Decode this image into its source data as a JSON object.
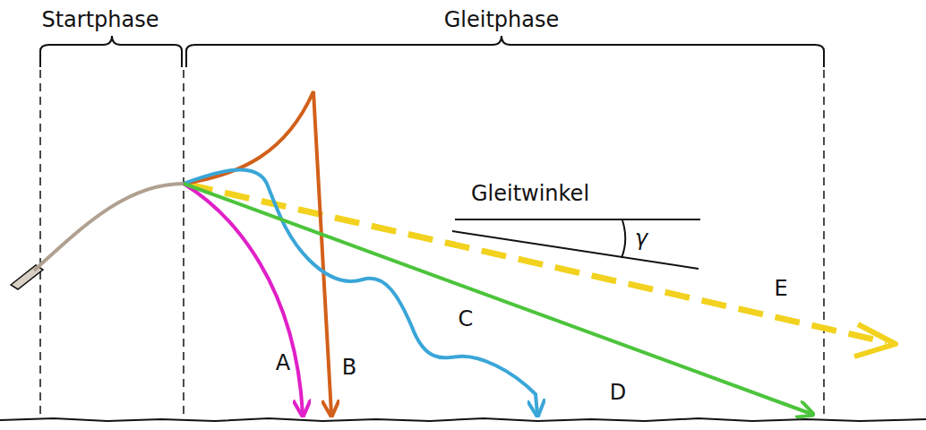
{
  "diagram": {
    "labels": [
      "Startphase",
      "Gleitphase",
      "Gleitwinkel",
      "γ",
      "A",
      "B",
      "C",
      "D",
      "E"
    ]
  }
}
